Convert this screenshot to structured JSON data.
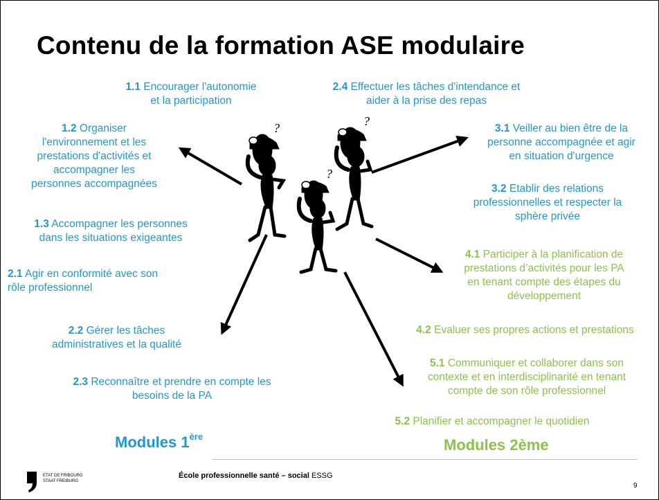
{
  "slide": {
    "title": "Contenu de la formation ASE modulaire",
    "items": [
      {
        "id": "1-1",
        "num": "1.1",
        "text": " Encourager l'autonomie\net la participation"
      },
      {
        "id": "1-2",
        "num": "1.2",
        "text": " Organiser\nl'environnement et les\nprestations d'activités et\naccompagner les\npersonnes accompagnées"
      },
      {
        "id": "1-3",
        "num": "1.3",
        "text": " Accompagner les personnes\ndans les situations exigeantes"
      },
      {
        "id": "2-1",
        "num": "2.1",
        "text": " Agir en conformité avec son\nrôle professionnel"
      },
      {
        "id": "2-2",
        "num": "2.2",
        "text": " Gérer les tâches\nadministratives et la qualité"
      },
      {
        "id": "2-3",
        "num": "2.3",
        "text": " Reconnaître et prendre en compte les\nbesoins de la PA"
      },
      {
        "id": "2-4",
        "num": "2.4",
        "text": " Effectuer les tâches d'intendance et\naider à la prise des repas"
      },
      {
        "id": "3-1",
        "num": "3.1",
        "text": " Veiller au bien être de la\npersonne accompagnée et agir\nen situation d'urgence"
      },
      {
        "id": "3-2",
        "num": "3.2",
        "text": " Etablir des relations\nprofessionnelles et respecter la\nsphère privée"
      },
      {
        "id": "4-1",
        "num": "4.1",
        "text": " Participer à la planification de\nprestations d’activités pour les PA\nen tenant compte des étapes du\ndéveloppement"
      },
      {
        "id": "4-2",
        "num": "4.2",
        "text": " Evaluer ses propres actions et prestations"
      },
      {
        "id": "5-1",
        "num": "5.1",
        "text": " Communiquer et collaborer dans son\ncontexte et en interdisciplinarité en tenant\ncompte de son rôle professionnel"
      },
      {
        "id": "5-2",
        "num": "5.2",
        "text": " Planifier et accompagner le quotidien"
      }
    ],
    "modules_first": {
      "label": "Modules 1",
      "sup": "ère"
    },
    "modules_second": {
      "label": "Modules 2ème"
    },
    "question_mark": "?"
  },
  "footer": {
    "logo_line1": "ETAT DE FRIBOURG",
    "logo_line2": "STAAT FREIBURG",
    "school_bold": "École professionnelle santé – social",
    "school_suffix": " ESSG",
    "page_number": "9"
  },
  "colors": {
    "blue": "#1f97d6",
    "green": "#8bc34a",
    "text": "#000000"
  }
}
